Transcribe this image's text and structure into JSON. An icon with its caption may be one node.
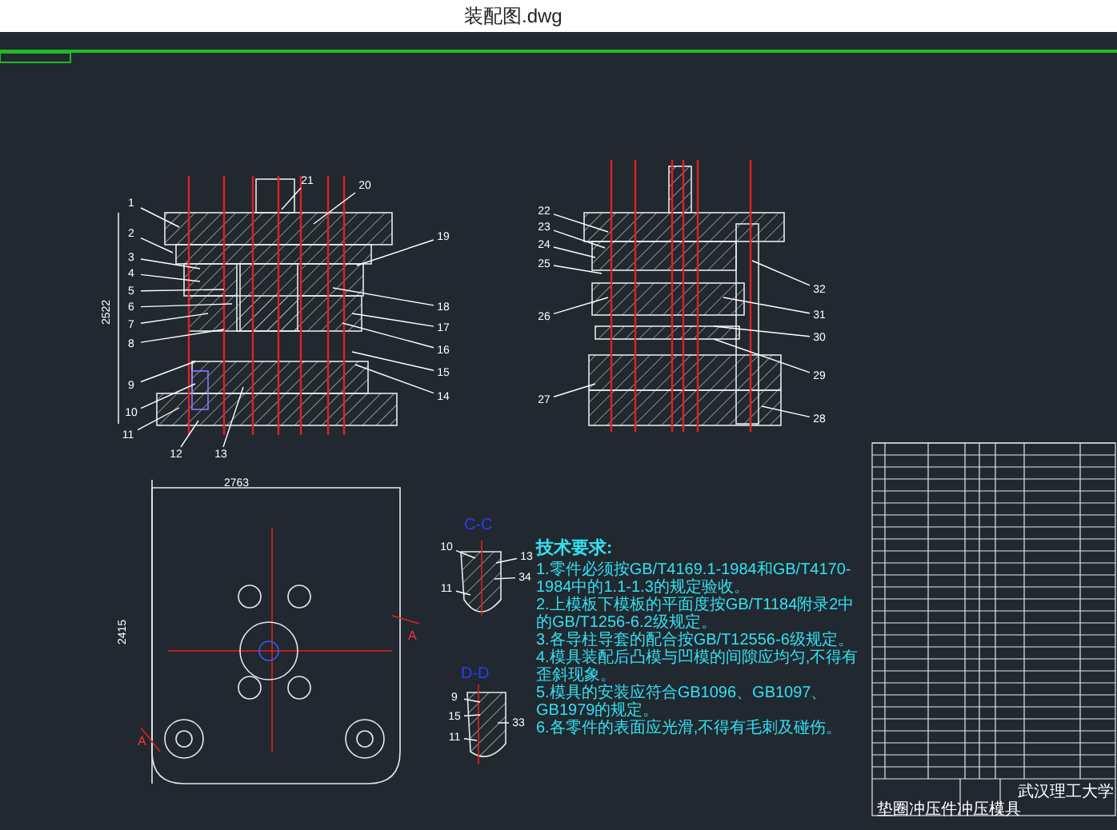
{
  "diagram": {
    "title": "装配图.dwg",
    "nodes": [
      {
        "text": [
          "1"
        ]
      },
      {
        "text": [
          "2"
        ]
      },
      {
        "text": [
          "3"
        ]
      },
      {
        "text": [
          "4"
        ]
      },
      {
        "text": [
          "5"
        ]
      },
      {
        "text": [
          "6"
        ]
      },
      {
        "text": [
          "7"
        ]
      },
      {
        "text": [
          "8"
        ]
      },
      {
        "text": [
          "9"
        ]
      },
      {
        "text": [
          "10"
        ]
      },
      {
        "text": [
          "11"
        ]
      },
      {
        "text": [
          "12"
        ]
      },
      {
        "text": [
          "13"
        ]
      },
      {
        "text": [
          "14"
        ]
      },
      {
        "text": [
          "15"
        ]
      },
      {
        "text": [
          "16"
        ]
      },
      {
        "text": [
          "17"
        ]
      },
      {
        "text": [
          "18"
        ]
      },
      {
        "text": [
          "19"
        ]
      },
      {
        "text": [
          "20"
        ]
      },
      {
        "text": [
          "21"
        ]
      },
      {
        "text": [
          "22"
        ]
      },
      {
        "text": [
          "23"
        ]
      },
      {
        "text": [
          "24"
        ]
      },
      {
        "text": [
          "25"
        ]
      },
      {
        "text": [
          "26"
        ]
      },
      {
        "text": [
          "27"
        ]
      },
      {
        "text": [
          "32"
        ]
      },
      {
        "text": [
          "31"
        ]
      },
      {
        "text": [
          "30"
        ]
      },
      {
        "text": [
          "29"
        ]
      },
      {
        "text": [
          "28"
        ]
      },
      {
        "text": [
          "10"
        ]
      },
      {
        "text": [
          "13"
        ]
      },
      {
        "text": [
          "34"
        ]
      },
      {
        "text": [
          "11"
        ]
      },
      {
        "text": [
          "9"
        ]
      },
      {
        "text": [
          "15"
        ]
      },
      {
        "text": [
          "11"
        ]
      },
      {
        "text": [
          "33"
        ]
      }
    ],
    "edges": [
      {
        "from": 0,
        "to": null,
        "arrow": "none"
      },
      {
        "from": 1,
        "to": null,
        "arrow": "none"
      },
      {
        "from": 2,
        "to": null,
        "arrow": "none"
      },
      {
        "from": 3,
        "to": null,
        "arrow": "none"
      },
      {
        "from": 4,
        "to": null,
        "arrow": "none"
      },
      {
        "from": 5,
        "to": null,
        "arrow": "none"
      },
      {
        "from": 6,
        "to": null,
        "arrow": "none"
      },
      {
        "from": 7,
        "to": null,
        "arrow": "none"
      },
      {
        "from": 8,
        "to": null,
        "arrow": "none"
      },
      {
        "from": 9,
        "to": null,
        "arrow": "none"
      },
      {
        "from": 10,
        "to": null,
        "arrow": "none"
      },
      {
        "from": 11,
        "to": null,
        "arrow": "none"
      },
      {
        "from": 12,
        "to": null,
        "arrow": "none"
      },
      {
        "from": 13,
        "to": null,
        "arrow": "none"
      },
      {
        "from": 14,
        "to": null,
        "arrow": "none"
      },
      {
        "from": 15,
        "to": null,
        "arrow": "none"
      },
      {
        "from": 16,
        "to": null,
        "arrow": "none"
      },
      {
        "from": 17,
        "to": null,
        "arrow": "none"
      },
      {
        "from": 18,
        "to": null,
        "arrow": "none"
      },
      {
        "from": 19,
        "to": null,
        "arrow": "none"
      },
      {
        "from": 20,
        "to": null,
        "arrow": "none"
      },
      {
        "from": 21,
        "to": null,
        "arrow": "none"
      },
      {
        "from": 22,
        "to": null,
        "arrow": "none"
      },
      {
        "from": 23,
        "to": null,
        "arrow": "none"
      },
      {
        "from": 24,
        "to": null,
        "arrow": "none"
      },
      {
        "from": 25,
        "to": null,
        "arrow": "none"
      },
      {
        "from": 26,
        "to": null,
        "arrow": "none"
      },
      {
        "from": 27,
        "to": null,
        "arrow": "none"
      },
      {
        "from": 28,
        "to": null,
        "arrow": "none"
      },
      {
        "from": 29,
        "to": null,
        "arrow": "none"
      },
      {
        "from": 30,
        "to": null,
        "arrow": "none"
      },
      {
        "from": 31,
        "to": null,
        "arrow": "none"
      },
      {
        "from": 32,
        "to": null,
        "arrow": "none"
      },
      {
        "from": 33,
        "to": null,
        "arrow": "none"
      },
      {
        "from": 34,
        "to": null,
        "arrow": "none"
      },
      {
        "from": 35,
        "to": null,
        "arrow": "none"
      },
      {
        "from": 36,
        "to": null,
        "arrow": "none"
      },
      {
        "from": 37,
        "to": null,
        "arrow": "none"
      },
      {
        "from": 38,
        "to": null,
        "arrow": "none"
      },
      {
        "from": 39,
        "to": null,
        "arrow": "none"
      }
    ],
    "labels": [
      "2522",
      "C-C",
      "D-D",
      "2763",
      "2415",
      "A",
      "A",
      "技术要求:",
      "1.零件必须按GB/T4169.1-1984和GB/T4170-1984中的1.1-1.3的规定验收。",
      "2.上模板下模板的平面度按GB/T1184附录2中的GB/T1256-6.2级规定。",
      "3.各导柱导套的配合按GB/T12556-6级规定。",
      "4.模具装配后凸模与凹模的间隙应均匀,不得有歪斜现象。",
      "5.模具的安装应符合GB1096、GB1097、GB1979的规定。",
      "6.各零件的表面应光滑,不得有毛刺及碰伤。",
      "垫圈冲压件冲压模具",
      "武汉理工大学"
    ]
  }
}
